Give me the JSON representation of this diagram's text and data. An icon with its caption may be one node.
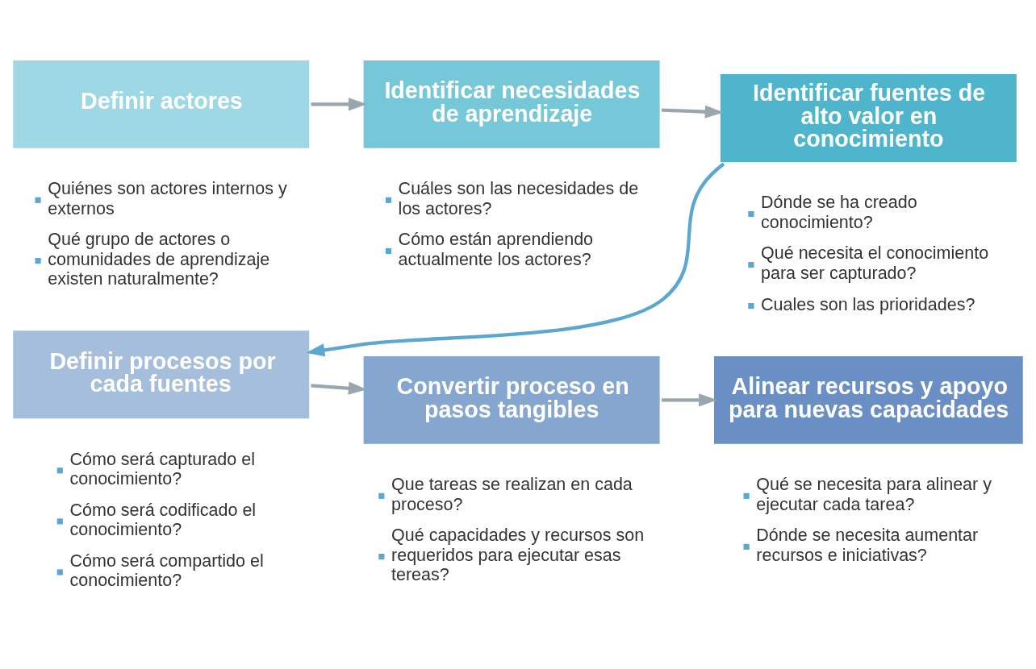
{
  "diagram": {
    "nodes": [
      {
        "text": [
          "Definir actores"
        ],
        "beside": [
          "Quiénes son actores internos y externos",
          "Qué grupo de actores o comunidades de aprendizaje existen naturalmente?"
        ]
      },
      {
        "text": [
          "Identificar necesidades de aprendizaje"
        ],
        "beside": [
          "Cuáles son las necesidades de los actores?",
          "Cómo están aprendiendo actualmente los actores?"
        ]
      },
      {
        "text": [
          "Identificar fuentes de alto valor en conocimiento"
        ],
        "beside": [
          "Dónde se ha creado conocimiento?",
          "Qué necesita el conocimiento para ser capturado?",
          "Cuales son las prioridades?"
        ]
      },
      {
        "text": [
          "Definir procesos por cada fuentes"
        ],
        "beside": [
          "Cómo será capturado el conocimiento?",
          "Cómo será codificado el conocimiento?",
          "Cómo será compartido el conocimiento?"
        ]
      },
      {
        "text": [
          "Convertir proceso en pasos tangibles"
        ],
        "beside": [
          "Que tareas se realizan en cada proceso?",
          "Qué capacidades y recursos son requeridos para ejecutar esas tereas?"
        ]
      },
      {
        "text": [
          "Alinear recursos y apoyo para nuevas capacidades"
        ],
        "beside": [
          "Qué se necesita para alinear y ejecutar cada tarea?",
          "Dónde se necesita aumentar recursos e iniciativas?"
        ]
      }
    ],
    "edges": [
      {
        "from": 0,
        "to": 1,
        "arrow": "to"
      },
      {
        "from": 1,
        "to": 2,
        "arrow": "to"
      },
      {
        "from": 2,
        "to": 3,
        "arrow": "to",
        "color": "#5ba7cf"
      },
      {
        "from": 3,
        "to": 4,
        "arrow": "to"
      },
      {
        "from": 4,
        "to": 5,
        "arrow": "to"
      }
    ]
  }
}
